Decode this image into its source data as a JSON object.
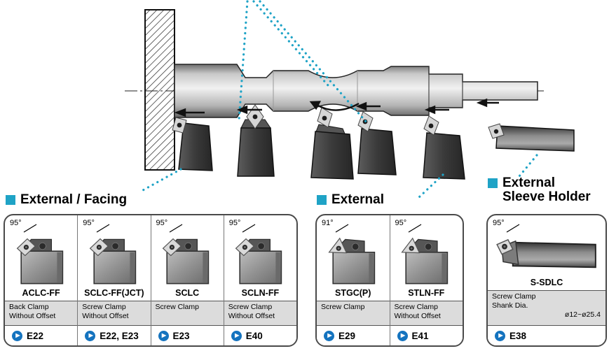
{
  "colors": {
    "teal": "#1fa3c6",
    "blue": "#1473bf"
  },
  "icons": {
    "page_arrow": "▶"
  },
  "sections": [
    {
      "title": "External / Facing",
      "cards": [
        {
          "angle": "95°",
          "name": "ACLC-FF",
          "clamp_line1": "Back Clamp",
          "clamp_line2": "Without Offset",
          "page": "E22"
        },
        {
          "angle": "95°",
          "name": "SCLC-FF(JCT)",
          "clamp_line1": "Screw Clamp",
          "clamp_line2": "Without Offset",
          "page": "E22, E23"
        },
        {
          "angle": "95°",
          "name": "SCLC",
          "clamp_line1": "Screw Clamp",
          "clamp_line2": "",
          "page": "E23"
        },
        {
          "angle": "95°",
          "name": "SCLN-FF",
          "clamp_line1": "Screw Clamp",
          "clamp_line2": "Without Offset",
          "page": "E40"
        }
      ]
    },
    {
      "title": "External",
      "cards": [
        {
          "angle": "91°",
          "name": "STGC(P)",
          "clamp_line1": "Screw Clamp",
          "clamp_line2": "",
          "page": "E29"
        },
        {
          "angle": "95°",
          "name": "STLN-FF",
          "clamp_line1": "Screw Clamp",
          "clamp_line2": "Without Offset",
          "page": "E41"
        }
      ]
    },
    {
      "title_line1": "External",
      "title_line2": "Sleeve Holder",
      "cards": [
        {
          "angle": "95°",
          "name": "S-SDLC",
          "clamp_line1": "Screw Clamp",
          "clamp_line2": "Shank Dia.",
          "shank_dia": "ø12~ø25.4",
          "page": "E38"
        }
      ]
    }
  ]
}
